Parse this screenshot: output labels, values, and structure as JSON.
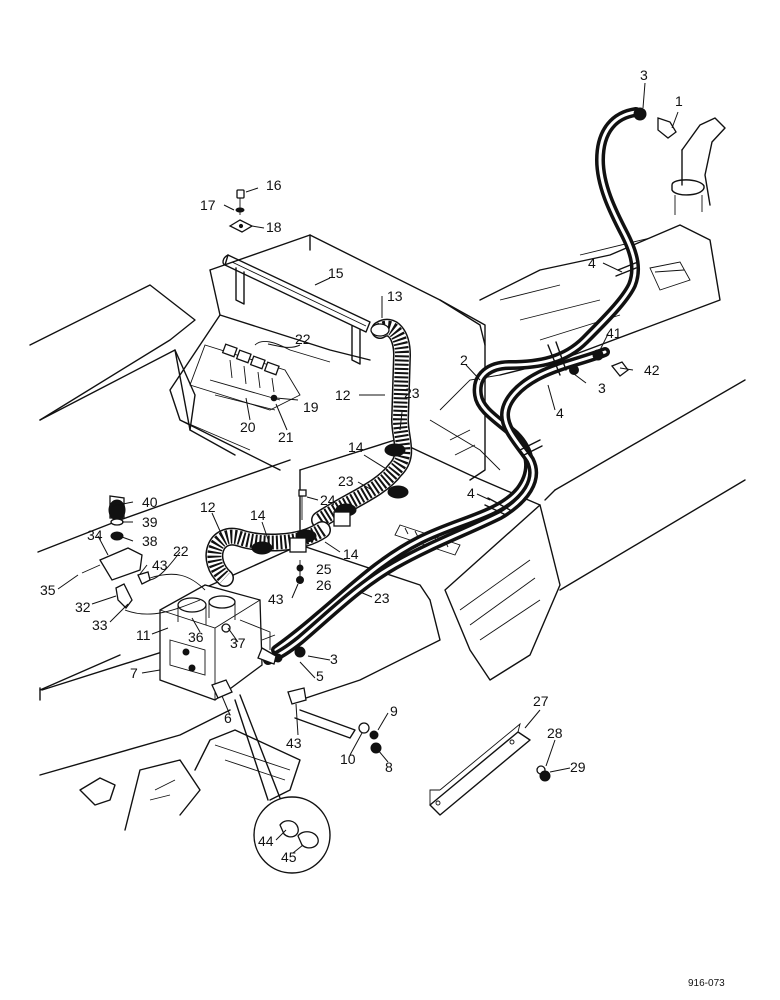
{
  "figure": {
    "id": "916-073",
    "callouts": [
      {
        "key": "c1",
        "text": "1"
      },
      {
        "key": "c2",
        "text": "2"
      },
      {
        "key": "c3a",
        "text": "3"
      },
      {
        "key": "c3b",
        "text": "3"
      },
      {
        "key": "c3c",
        "text": "3"
      },
      {
        "key": "c4a",
        "text": "4"
      },
      {
        "key": "c4b",
        "text": "4"
      },
      {
        "key": "c4c",
        "text": "4"
      },
      {
        "key": "c5",
        "text": "5"
      },
      {
        "key": "c6",
        "text": "6"
      },
      {
        "key": "c7",
        "text": "7"
      },
      {
        "key": "c8",
        "text": "8"
      },
      {
        "key": "c9",
        "text": "9"
      },
      {
        "key": "c10",
        "text": "10"
      },
      {
        "key": "c11",
        "text": "11"
      },
      {
        "key": "c12a",
        "text": "12"
      },
      {
        "key": "c12b",
        "text": "12"
      },
      {
        "key": "c13",
        "text": "13"
      },
      {
        "key": "c14a",
        "text": "14"
      },
      {
        "key": "c14b",
        "text": "14"
      },
      {
        "key": "c14c",
        "text": "14"
      },
      {
        "key": "c15",
        "text": "15"
      },
      {
        "key": "c16",
        "text": "16"
      },
      {
        "key": "c17",
        "text": "17"
      },
      {
        "key": "c18",
        "text": "18"
      },
      {
        "key": "c19",
        "text": "19"
      },
      {
        "key": "c20",
        "text": "20"
      },
      {
        "key": "c21",
        "text": "21"
      },
      {
        "key": "c22a",
        "text": "22"
      },
      {
        "key": "c22b",
        "text": "22"
      },
      {
        "key": "c23a",
        "text": "23"
      },
      {
        "key": "c23b",
        "text": "23"
      },
      {
        "key": "c23c",
        "text": "23"
      },
      {
        "key": "c24",
        "text": "24"
      },
      {
        "key": "c25",
        "text": "25"
      },
      {
        "key": "c26",
        "text": "26"
      },
      {
        "key": "c27",
        "text": "27"
      },
      {
        "key": "c28",
        "text": "28"
      },
      {
        "key": "c29",
        "text": "29"
      },
      {
        "key": "c32",
        "text": "32"
      },
      {
        "key": "c33",
        "text": "33"
      },
      {
        "key": "c34",
        "text": "34"
      },
      {
        "key": "c35",
        "text": "35"
      },
      {
        "key": "c36",
        "text": "36"
      },
      {
        "key": "c37",
        "text": "37"
      },
      {
        "key": "c38",
        "text": "38"
      },
      {
        "key": "c39",
        "text": "39"
      },
      {
        "key": "c40",
        "text": "40"
      },
      {
        "key": "c41",
        "text": "41"
      },
      {
        "key": "c42",
        "text": "42"
      },
      {
        "key": "c43a",
        "text": "43"
      },
      {
        "key": "c43b",
        "text": "43"
      },
      {
        "key": "c43c",
        "text": "43"
      },
      {
        "key": "c44",
        "text": "44"
      },
      {
        "key": "c45",
        "text": "45"
      }
    ]
  }
}
